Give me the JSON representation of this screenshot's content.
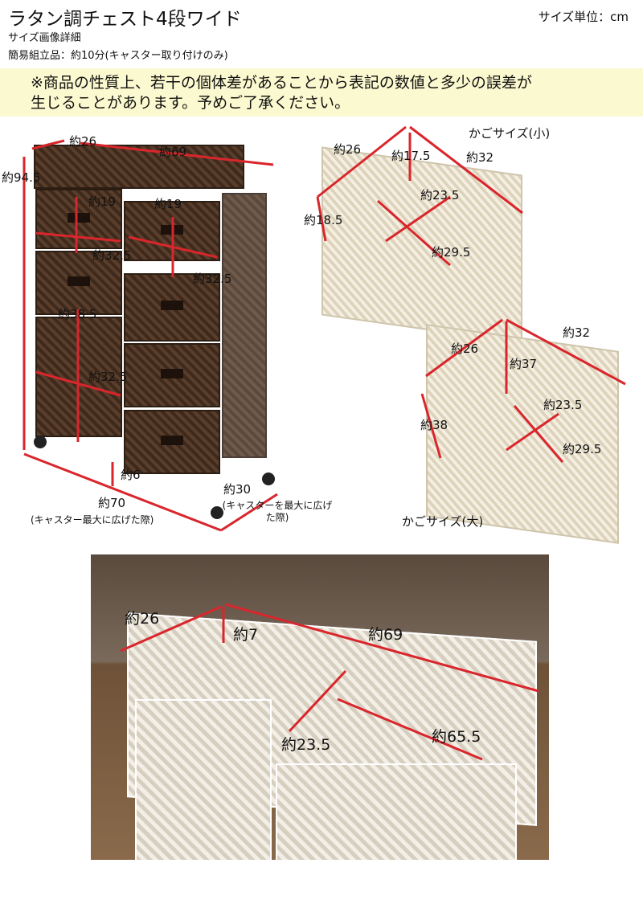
{
  "header": {
    "title": "ラタン調チェスト4段ワイド",
    "unit": "サイズ単位：cm",
    "subtitle": "サイズ画像詳細",
    "assembly": "簡易組立品：約10分(キャスター取り付けのみ)"
  },
  "note": {
    "line1": "※商品の性質上、若干の個体差があることから表記の数値と多少の誤差が",
    "line2": "生じることがあります。予めご了承ください。"
  },
  "chest": {
    "depth": "約26",
    "width": "約69",
    "height": "約94.5",
    "small_drawer_h1": "約19",
    "small_drawer_h2": "約19",
    "small_drawer_w1": "約32.5",
    "small_drawer_w2": "約32.5",
    "large_drawer_h": "約38.5",
    "large_drawer_w": "約32.5",
    "caster_h": "約6",
    "width_caster": "約70",
    "width_caster_note": "(キャスター最大に広げた際)",
    "depth_caster": "約30",
    "depth_caster_note": "(キャスターを最大に広げた際)"
  },
  "basket_small": {
    "caption": "かごサイズ(小)",
    "depth": "約26",
    "height_in": "約17.5",
    "width": "約32",
    "height": "約18.5",
    "inner_d": "約23.5",
    "inner_w": "約29.5"
  },
  "basket_large": {
    "caption": "かごサイズ(大)",
    "depth": "約26",
    "height_in": "約37",
    "width": "約32",
    "height": "約38",
    "inner_d": "約23.5",
    "inner_w": "約29.5"
  },
  "photo": {
    "depth": "約26",
    "tray_h": "約7",
    "width": "約69",
    "inner_d": "約23.5",
    "inner_w": "約65.5"
  },
  "colors": {
    "arrow": "#d9262c",
    "note_bg": "#fbf9cf"
  }
}
